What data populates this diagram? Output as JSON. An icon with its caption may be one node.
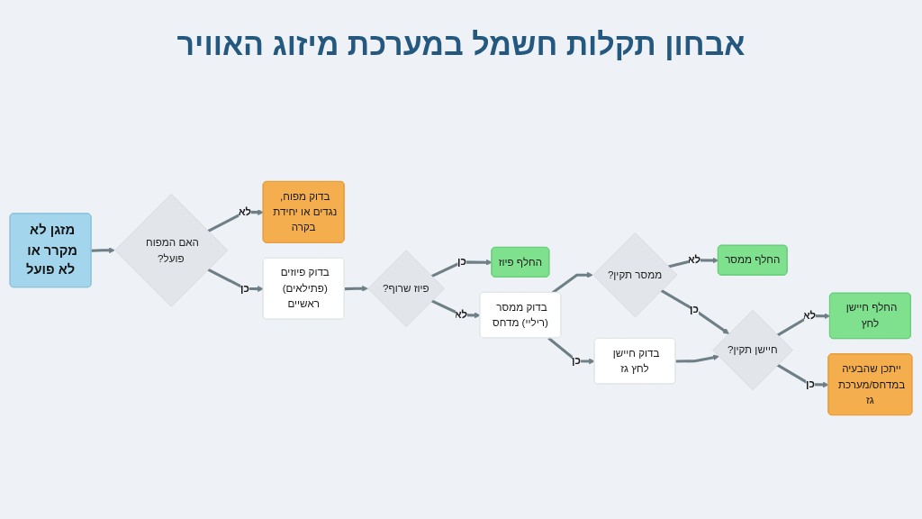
{
  "diagram": {
    "title": "אבחון תקלות חשמל במערכת מיזוג האוויר",
    "nodes": [
      {
        "text": [
          "מזגן לא מקרר או לא פועל"
        ]
      },
      {
        "text": [
          "האם המפוח פועל?"
        ]
      },
      {
        "text": [
          "בדוק מפוח, נגדים או יחידת בקרה"
        ]
      },
      {
        "text": [
          "בדוק פיוזים (פתילאים) ראשיים"
        ]
      },
      {
        "text": [
          "פיוז שרוף?"
        ]
      },
      {
        "text": [
          "החלף פיוז"
        ]
      },
      {
        "text": [
          "בדוק ממסר (ריליי) מדחס"
        ]
      },
      {
        "text": [
          "ממסר תקין?"
        ]
      },
      {
        "text": [
          "החלף ממסר"
        ]
      },
      {
        "text": [
          "בדוק חיישן לחץ גז"
        ]
      },
      {
        "text": [
          "חיישן תקין?"
        ]
      },
      {
        "text": [
          "החלף חיישן לחץ"
        ]
      },
      {
        "text": [
          "ייתכן שהבעיה במדחס/מערכת גז"
        ]
      }
    ],
    "edges": [
      {
        "from": 0,
        "to": 1,
        "arrow": "to"
      },
      {
        "from": 1,
        "to": 2,
        "arrow": "to",
        "label": "לא"
      },
      {
        "from": 1,
        "to": 3,
        "arrow": "to",
        "label": "כן"
      },
      {
        "from": 3,
        "to": 4,
        "arrow": "to"
      },
      {
        "from": 4,
        "to": 5,
        "arrow": "to",
        "label": "כן"
      },
      {
        "from": 4,
        "to": 6,
        "arrow": "to",
        "label": "לא"
      },
      {
        "from": 6,
        "to": 7,
        "arrow": "to"
      },
      {
        "from": 6,
        "to": 9,
        "arrow": "to",
        "label": "כן"
      },
      {
        "from": 7,
        "to": 8,
        "arrow": "to",
        "label": "לא"
      },
      {
        "from": 7,
        "to": 10,
        "arrow": "to",
        "label": "כן"
      },
      {
        "from": 9,
        "to": 10,
        "arrow": "to"
      },
      {
        "from": 10,
        "to": 11,
        "arrow": "to",
        "label": "לא"
      },
      {
        "from": 10,
        "to": 12,
        "arrow": "to",
        "label": "כן"
      }
    ]
  }
}
